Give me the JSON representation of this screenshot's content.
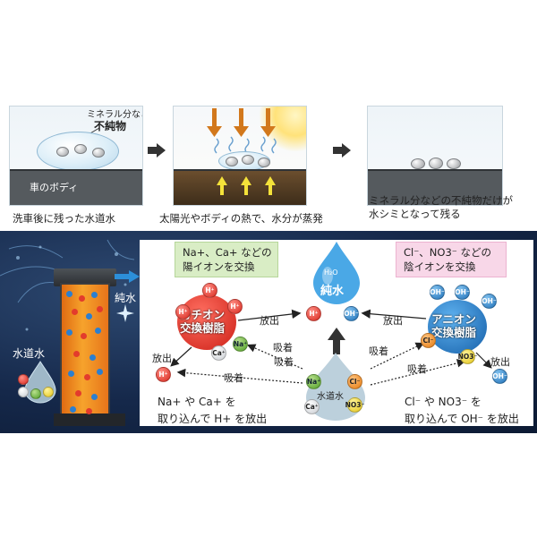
{
  "top": {
    "panel1": {
      "label_line1": "ミネラル分など",
      "label_line2": "不純物",
      "ground_label": "車のボディ",
      "caption": "洗車後に残った水道水"
    },
    "panel2": {
      "caption": "太陽光やボディの熱で、水分が蒸発"
    },
    "panel3": {
      "caption_line1": "ミネラル分などの不純物だけが",
      "caption_line2": "水シミとなって残る"
    }
  },
  "bottom": {
    "tap_water_label": "水道水",
    "pure_water_label": "純水",
    "cation_callout_line1": "Na+、Ca+ などの",
    "cation_callout_line2": "陽イオンを交換",
    "anion_callout_line1": "Cl⁻、NO3⁻ などの",
    "anion_callout_line2": "陰イオンを交換",
    "cation_resin_line1": "カチオン",
    "cation_resin_line2": "交換樹脂",
    "anion_resin_line1": "アニオン",
    "anion_resin_line2": "交換樹脂",
    "pure_drop_small": "H₂O",
    "pure_drop_label": "純水",
    "tap_drop_label": "水道水",
    "release": "放出",
    "adsorb": "吸着",
    "cation_bottom_line1": "Na+ や Ca+ を",
    "cation_bottom_line2": "取り込んで H+ を放出",
    "anion_bottom_line1": "Cl⁻ や NO3⁻ を",
    "anion_bottom_line2": "取り込んで OH⁻ を放出",
    "ions": {
      "h": "H⁺",
      "oh": "OH⁻",
      "na": "Na⁺",
      "ca": "Ca⁺",
      "cl": "Cl⁻",
      "no3": "NO3⁻"
    }
  },
  "colors": {
    "cation": "#d7261c",
    "anion": "#1e6fb6",
    "highlight": "#ffe27a",
    "dark_bg": "#15284a"
  }
}
